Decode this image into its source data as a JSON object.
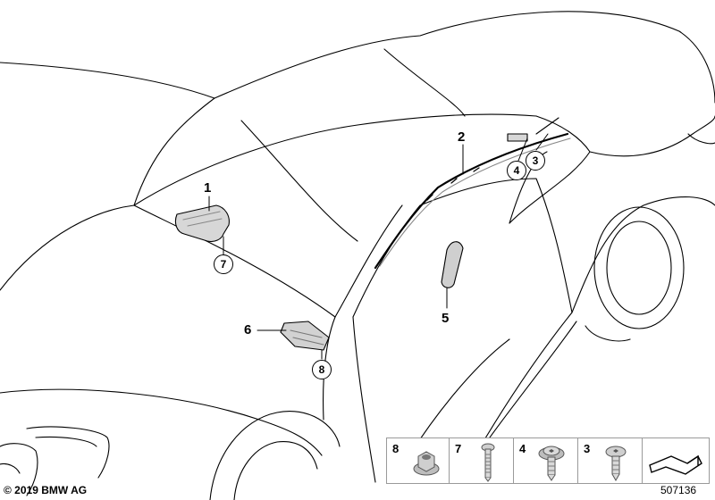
{
  "callouts": {
    "c1": "1",
    "c2": "2",
    "c3": "3",
    "c4": "4",
    "c5": "5",
    "c6": "6",
    "c7": "7",
    "c8": "8"
  },
  "legend": {
    "items": [
      {
        "number": "8",
        "part_icon": "nut-icon"
      },
      {
        "number": "7",
        "part_icon": "bolt-icon"
      },
      {
        "number": "4",
        "part_icon": "torx-screw-icon"
      },
      {
        "number": "3",
        "part_icon": "torx-screw-icon"
      }
    ],
    "direction_icon": "direction-arrow-icon"
  },
  "footer": {
    "copyright": "© 2019 BMW AG",
    "diagram_number": "507136"
  }
}
